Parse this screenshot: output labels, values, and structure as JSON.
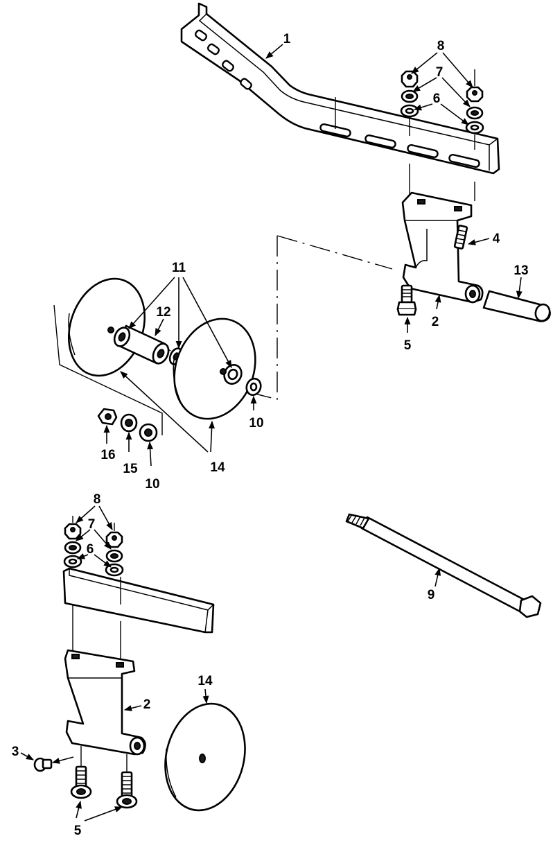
{
  "callouts": {
    "c1": "1",
    "c2a": "2",
    "c2b": "2",
    "c3": "3",
    "c4": "4",
    "c5a": "5",
    "c5b": "5",
    "c6a": "6",
    "c6b": "6",
    "c7a": "7",
    "c7b": "7",
    "c8a": "8",
    "c8b": "8",
    "c9": "9",
    "c10a": "10",
    "c10b": "10",
    "c11": "11",
    "c12": "12",
    "c13": "13",
    "c14a": "14",
    "c14b": "14",
    "c15": "15",
    "c16": "16"
  },
  "colors": {
    "line": "#000000",
    "background": "#ffffff"
  }
}
